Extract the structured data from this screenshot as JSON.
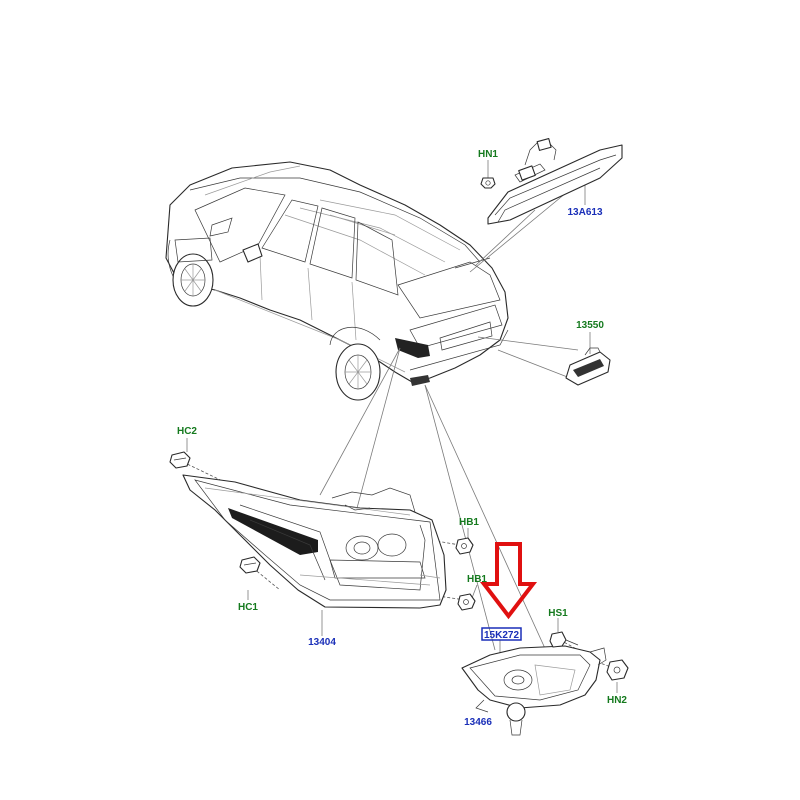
{
  "labels": {
    "hn1": "HN1",
    "part_13a613": "13A613",
    "part_13550": "13550",
    "hc2": "HC2",
    "hb1_top": "HB1",
    "hb1_bottom": "HB1",
    "hc1": "HC1",
    "part_13404": "13404",
    "part_15k272": "15K272",
    "hs1": "HS1",
    "hn2": "HN2",
    "part_13466": "13466"
  },
  "colors": {
    "fastener_label": "#157a1e",
    "part_label": "#1a2fb8",
    "highlight_box": "#1a2fb8",
    "arrow": "#e01010"
  }
}
